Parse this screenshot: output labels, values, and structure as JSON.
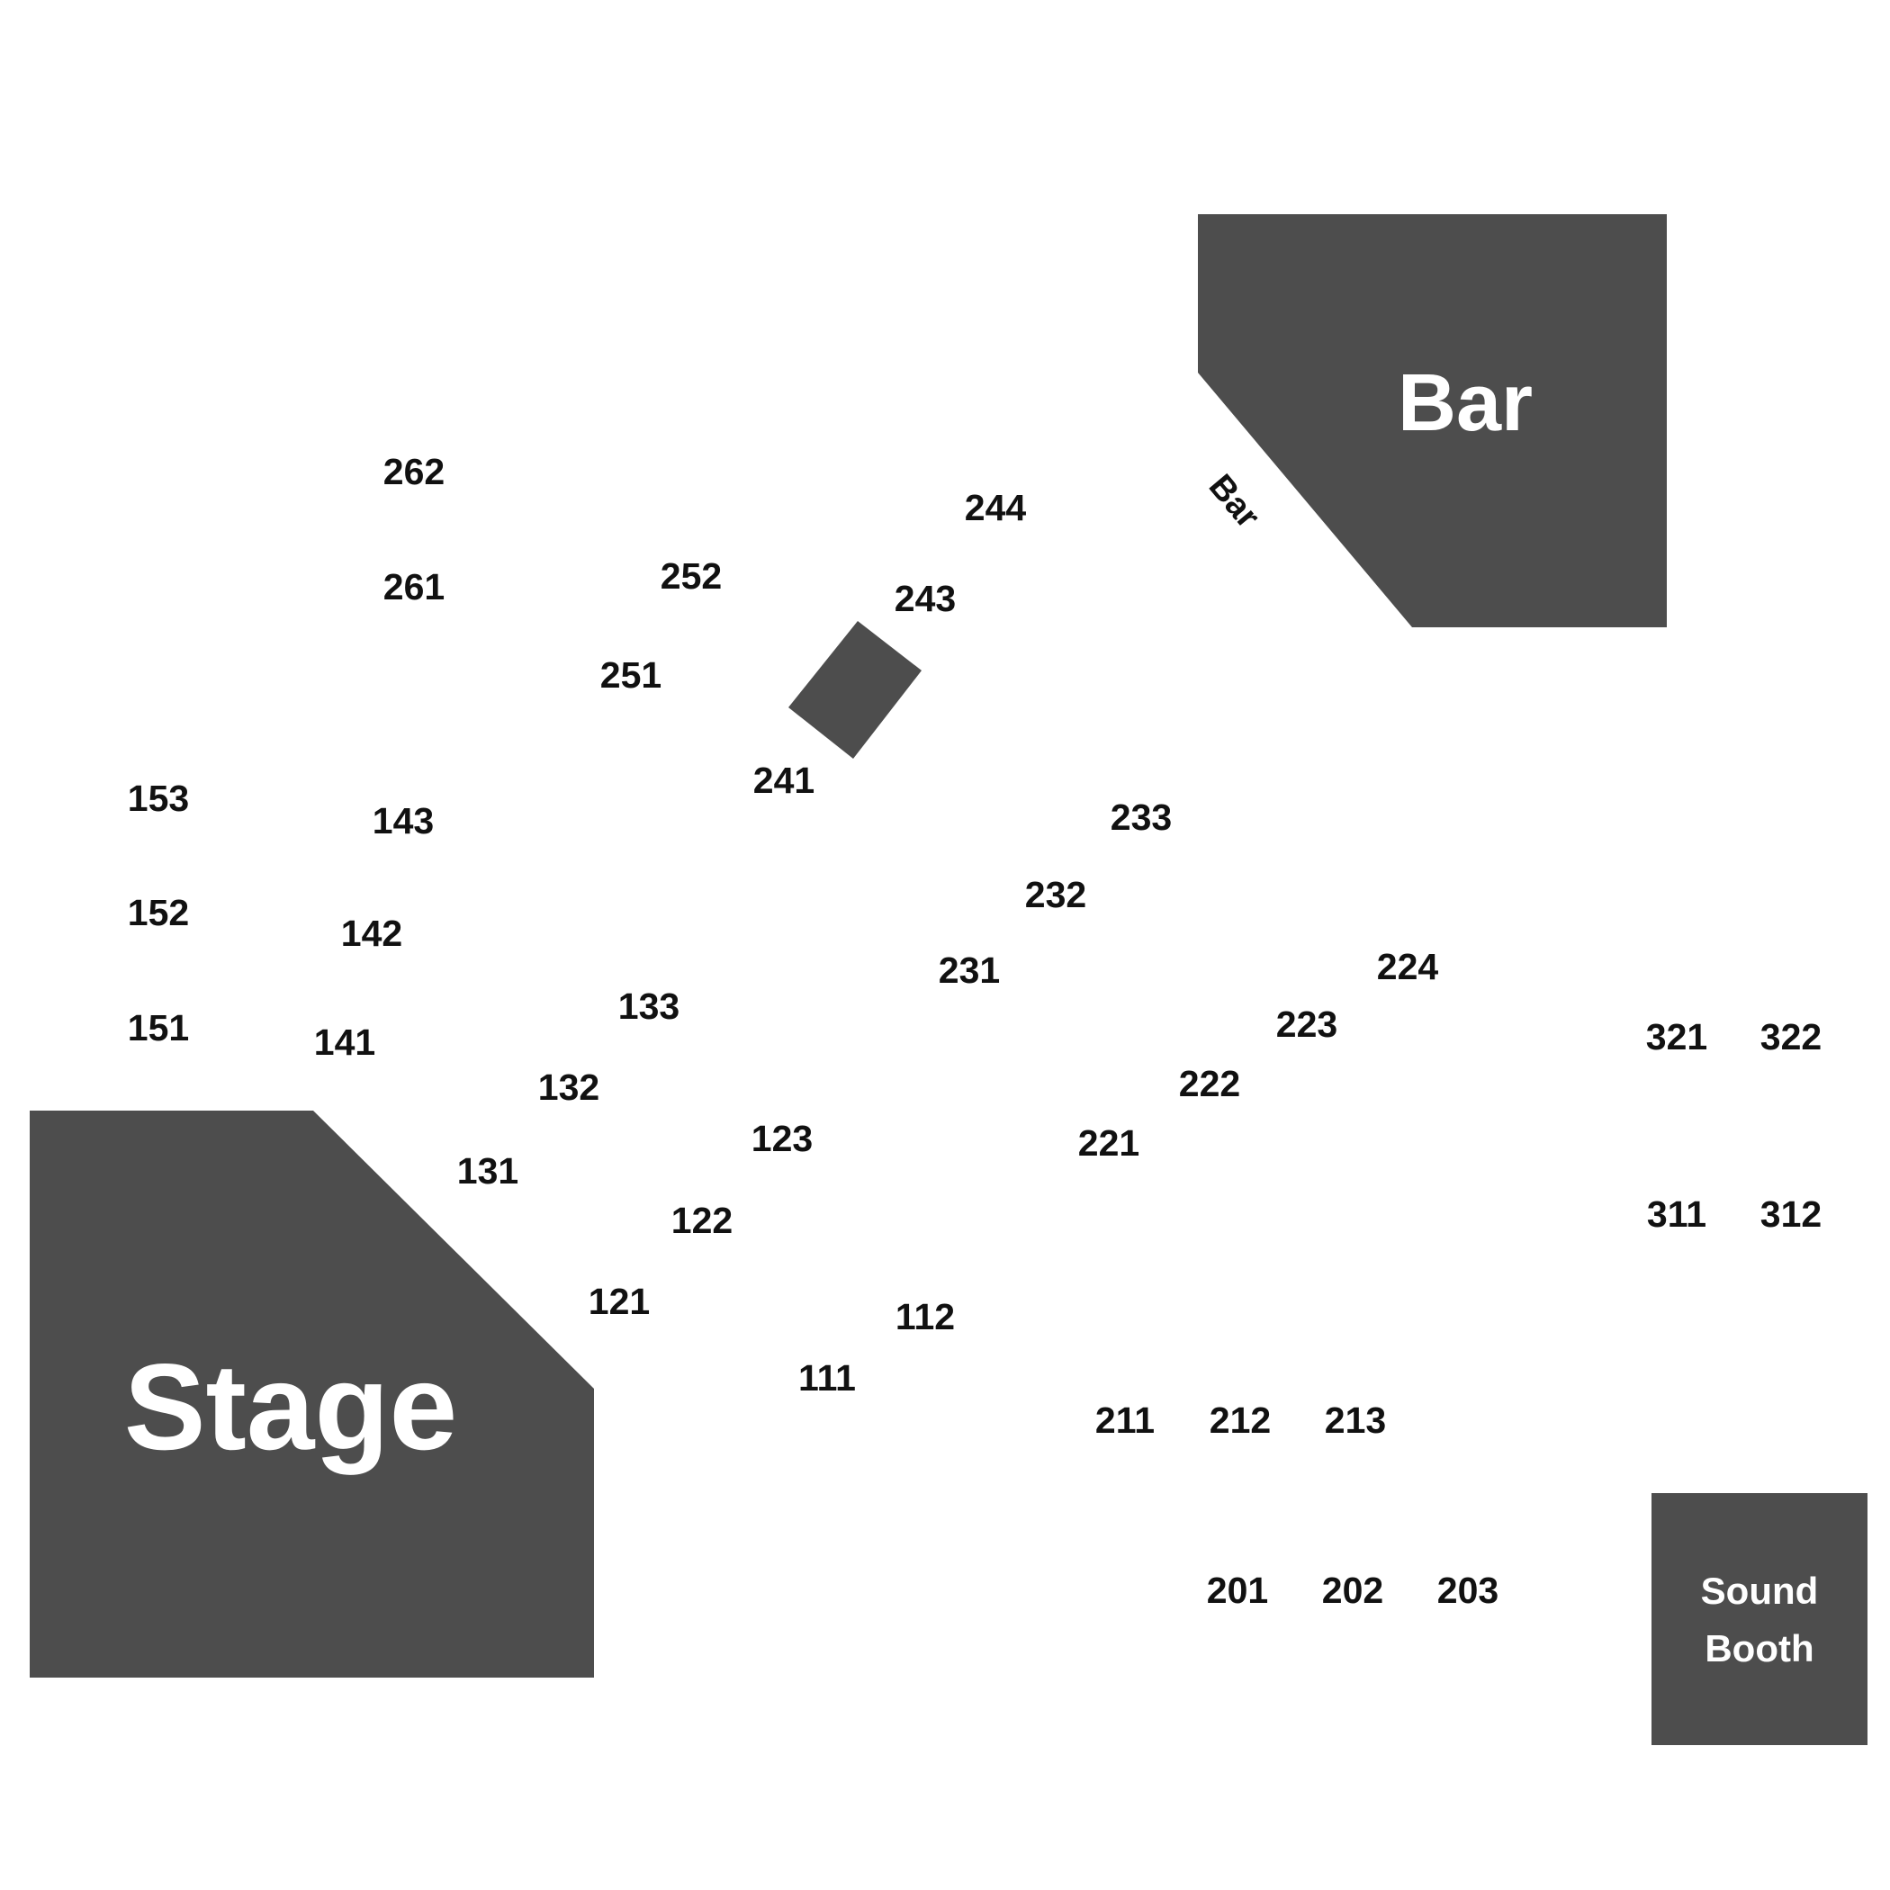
{
  "colors": {
    "venue_shape": "#4d4d4d",
    "label_on_shape": "#ffffff",
    "section_text": "#111111",
    "background": "#ffffff"
  },
  "stage": {
    "label": "Stage"
  },
  "bar": {
    "label": "Bar",
    "side_label": "Bar"
  },
  "sound_booth": {
    "line1": "Sound",
    "line2": "Booth"
  },
  "sections": [
    "262",
    "261",
    "252",
    "251",
    "244",
    "243",
    "241",
    "153",
    "152",
    "151",
    "143",
    "142",
    "141",
    "133",
    "132",
    "131",
    "123",
    "122",
    "121",
    "112",
    "111",
    "233",
    "232",
    "231",
    "224",
    "223",
    "222",
    "221",
    "211",
    "212",
    "213",
    "201",
    "202",
    "203",
    "321",
    "322",
    "311",
    "312"
  ]
}
